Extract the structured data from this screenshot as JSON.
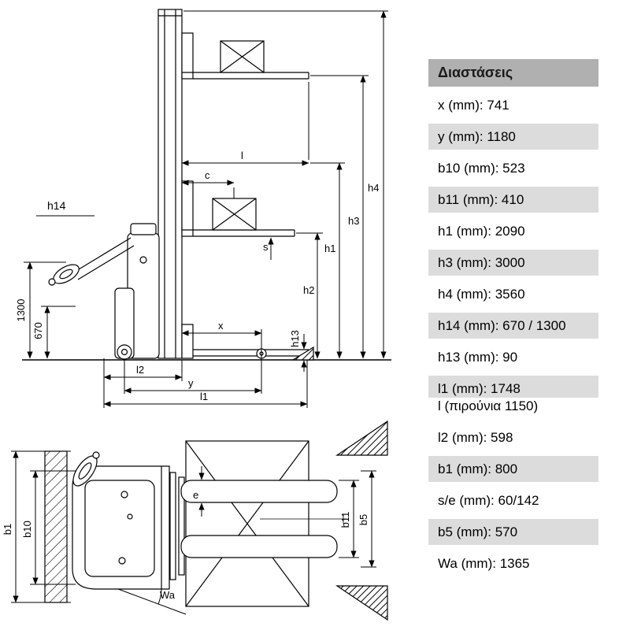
{
  "table": {
    "title": "Διαστάσεις",
    "rows": [
      {
        "label": "x (mm)",
        "value": "741",
        "shaded": false
      },
      {
        "label": "y (mm)",
        "value": "1180",
        "shaded": true
      },
      {
        "label": "b10 (mm)",
        "value": "523",
        "shaded": false
      },
      {
        "label": "b11 (mm)",
        "value": "410",
        "shaded": true
      },
      {
        "label": "h1 (mm)",
        "value": "2090",
        "shaded": false
      },
      {
        "label": "h3 (mm)",
        "value": "3000",
        "shaded": true
      },
      {
        "label": "h4 (mm)",
        "value": "3560",
        "shaded": false
      },
      {
        "label": "h14 (mm)",
        "value": "670 / 1300",
        "shaded": true
      },
      {
        "label": "h13 (mm)",
        "value": "90",
        "shaded": false
      },
      {
        "label": "l1 (mm)",
        "value": "1748",
        "shaded": true
      },
      {
        "label": "l (πιρούνια 1150)",
        "value": "",
        "shaded": false,
        "compact": true
      },
      {
        "label": "l2 (mm)",
        "value": "598",
        "shaded": false
      },
      {
        "label": "b1 (mm)",
        "value": "800",
        "shaded": true
      },
      {
        "label": "s/e (mm)",
        "value": "60/142",
        "shaded": false
      },
      {
        "label": "b5 (mm)",
        "value": "570",
        "shaded": true
      },
      {
        "label": "Wa (mm)",
        "value": "1365",
        "shaded": false
      }
    ],
    "colors": {
      "header_bg": "#b0b0b0",
      "row_shade": "#dcdcdc",
      "line": "#000000"
    }
  },
  "diagram": {
    "side_view": {
      "h4": "h4",
      "h3": "h3",
      "h1": "h1",
      "h2": "h2",
      "h13": "h13",
      "h14": "h14",
      "tiller_max": "1300",
      "tiller_min": "670",
      "l": "l",
      "c": "c",
      "s": "s",
      "x": "x",
      "l2": "l2",
      "y": "y",
      "l1": "l1"
    },
    "top_view": {
      "b1": "b1",
      "b10": "b10",
      "b11": "b11",
      "b5": "b5",
      "e": "e",
      "wa": "Wa"
    }
  }
}
